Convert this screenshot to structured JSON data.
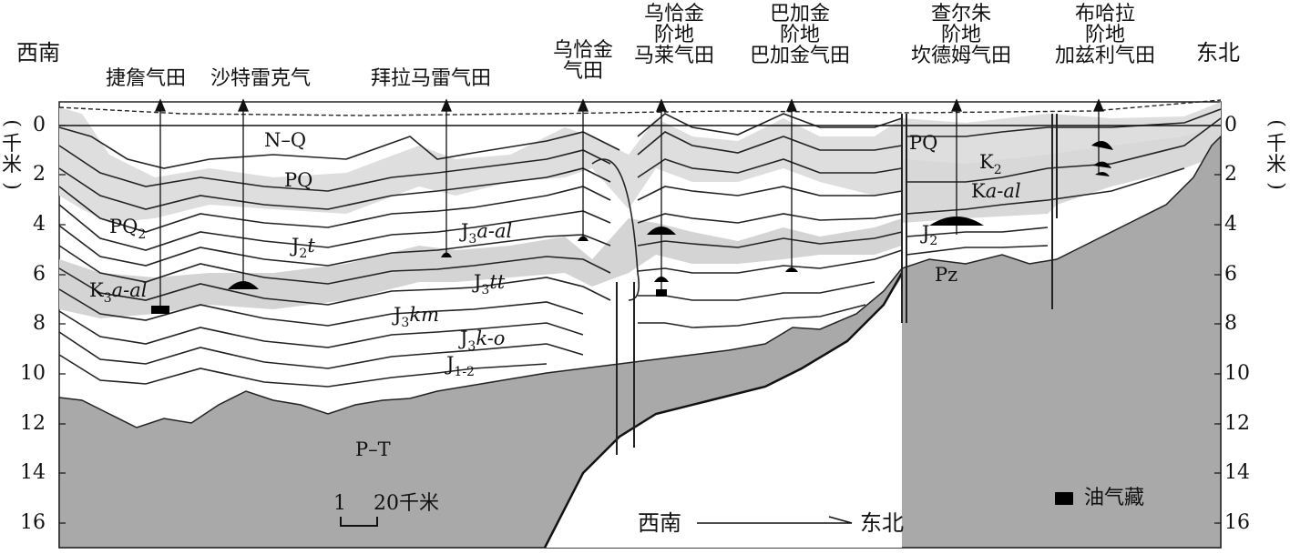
{
  "directions": {
    "left": "西南",
    "right": "东北"
  },
  "fields": [
    {
      "id": "jiecang",
      "name": "捷詹气田"
    },
    {
      "id": "shate",
      "name": "沙特雷克气"
    },
    {
      "id": "baila",
      "name": "拜拉马雷气田"
    },
    {
      "id": "wuqiajin",
      "name": "乌恰金\n气田"
    },
    {
      "id": "malai",
      "name": "乌恰金\n阶地\n马莱气田"
    },
    {
      "id": "bajiajin",
      "name": "巴加金\n阶地\n巴加金气田"
    },
    {
      "id": "kande",
      "name": "查尔朱\n阶地\n坎德姆气田"
    },
    {
      "id": "jiazili",
      "name": "布哈拉\n阶地\n加兹利气田"
    }
  ],
  "depth_axis": {
    "unit": "千米",
    "ticks": [
      "0",
      "2",
      "4",
      "6",
      "8",
      "10",
      "12",
      "14",
      "16"
    ]
  },
  "layers": {
    "nq": "N–Q",
    "pq_upper": "PQ",
    "pq2": "PQ",
    "pq2_sub": "2",
    "j2t": "J",
    "j2t_sub": "2",
    "j2t_it": "t",
    "k3": "K",
    "k3_sub": "3",
    "k3_it": "a-al",
    "j3aal": "J",
    "j3aal_sub": "3",
    "j3aal_it": "a-al",
    "j3tt": "J",
    "j3tt_sub": "3",
    "j3tt_it": "tt",
    "j3km": "J",
    "j3km_sub": "3",
    "j3km_it": "km",
    "j3ko": "J",
    "j3ko_sub": "3",
    "j3ko_it": "k-o",
    "j12": "J",
    "j12_sub": "1-2",
    "pt": "P–T",
    "pq_right": "PQ",
    "k2": "K",
    "k2_sub": "2",
    "kaal": "K",
    "kaal_it": "a-al",
    "j2": "J",
    "j2_sub": "2",
    "pz": "Pz"
  },
  "scale_bar": {
    "start": "1",
    "end": "20千米"
  },
  "direction_arrow": {
    "from": "西南",
    "to": "东北"
  },
  "legend": {
    "label": "油气藏"
  },
  "colors": {
    "basement": "#a9a9a9",
    "light_band": "#f2f2f2",
    "mid_band": "#dcdcdc",
    "reservoir": "#000000",
    "line": "#222222"
  }
}
